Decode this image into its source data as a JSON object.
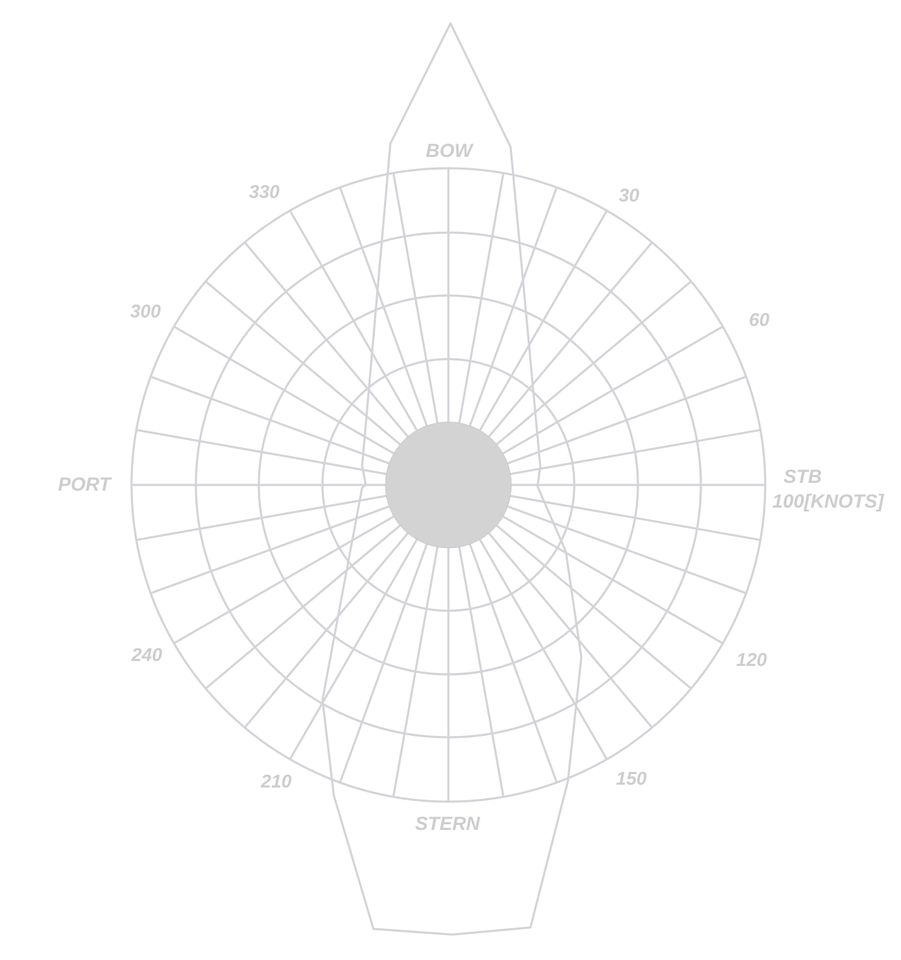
{
  "diagram": {
    "labels": {
      "bow": "BOW",
      "stern": "STERN",
      "port": "PORT",
      "stb": "STB",
      "scale": "100[KNOTS]"
    },
    "angle_labels": [
      "30",
      "60",
      "120",
      "150",
      "210",
      "240",
      "300",
      "330"
    ],
    "ring_count": 5,
    "spoke_step_deg": 10,
    "colors": {
      "grid": "#d3d3d8",
      "hub": "#d3d3d3",
      "text": "#cdcdcd"
    }
  }
}
